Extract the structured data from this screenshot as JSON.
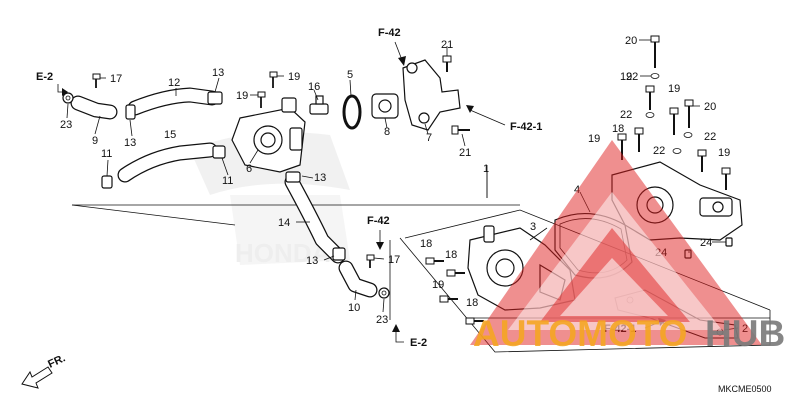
{
  "diagram_code": "MKCME0500",
  "front_indicator": "FR.",
  "refs": {
    "e2_top": "E-2",
    "e2_bottom": "E-2",
    "f42_top": "F-42",
    "f42_mid": "F-42",
    "f421_top": "F-42-1",
    "f421_bottom": "F-42-1"
  },
  "part_labels": [
    "1",
    "2",
    "3",
    "4",
    "5",
    "6",
    "7",
    "8",
    "9",
    "10",
    "11",
    "11",
    "12",
    "13",
    "13",
    "13",
    "13",
    "14",
    "15",
    "16",
    "17",
    "17",
    "18",
    "18",
    "18",
    "18",
    "19",
    "19",
    "19",
    "19",
    "19",
    "19",
    "19",
    "20",
    "20",
    "21",
    "21",
    "22",
    "22",
    "22",
    "22",
    "23",
    "23",
    "24",
    "24"
  ],
  "watermark": {
    "text_orange": "AUTOMOTO",
    "text_grey": "HUB",
    "color_red": "#e02020",
    "color_orange": "#f5a623",
    "color_grey": "#7a7a7a"
  }
}
